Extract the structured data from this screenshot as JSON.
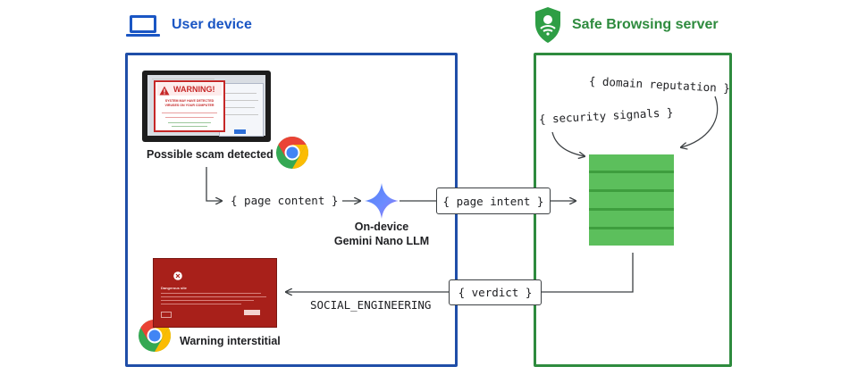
{
  "user_device": {
    "title": "User device",
    "scam_popup": {
      "warning_title": "WARNING!",
      "warning_line1": "SYSTEM MAY HAVE DETECTED",
      "warning_line2": "VIRUSES ON YOUR COMPUTER"
    },
    "scam_label": "Possible scam detected",
    "page_content": "{ page content }",
    "llm_label_line1": "On-device",
    "llm_label_line2": "Gemini Nano LLM",
    "verdict_value": "SOCIAL_ENGINEERING",
    "interstitial_label": "Warning interstitial",
    "interstitial_heading": "Dangerous site"
  },
  "server": {
    "title": "Safe Browsing server",
    "domain_reputation": "{ domain reputation }",
    "security_signals": "{ security signals }"
  },
  "page_intent": "{ page intent }",
  "verdict": "{ verdict }",
  "colors": {
    "device_blue": "#1f4ea8",
    "server_green": "#2e8b3e",
    "db_green": "#5cbf5c",
    "warning_red": "#c62828"
  }
}
